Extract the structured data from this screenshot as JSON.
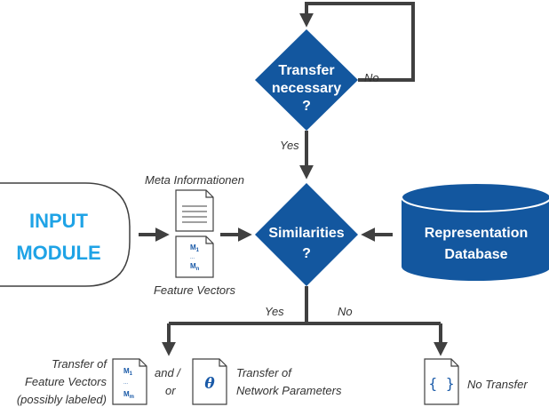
{
  "decision_transfer": {
    "line1": "Transfer",
    "line2": "necessary",
    "line3": "?"
  },
  "decision_similarities": {
    "line1": "Similarities",
    "line2": "?"
  },
  "input_module": {
    "line1": "INPUT",
    "line2": "MODULE"
  },
  "representation_db": {
    "line1": "Representation",
    "line2": "Database"
  },
  "labels": {
    "no_loop": "No",
    "yes_down": "Yes",
    "meta": "Meta Informationen",
    "feature_vectors": "Feature Vectors",
    "yes_branch": "Yes",
    "no_branch": "No"
  },
  "vector_icon": {
    "top": "M",
    "top_sub": "1",
    "dots": "...",
    "bottom": "M",
    "bottom_sub": "n"
  },
  "outputs": {
    "fv_line1": "Transfer of",
    "fv_line2": "Feature Vectors",
    "fv_line3": "(possibly labeled)",
    "fv_icon_top": "M",
    "fv_icon_top_sub": "1",
    "fv_icon_dots": "...",
    "fv_icon_bottom": "M",
    "fv_icon_bottom_sub": "m",
    "andor_line1": "and /",
    "andor_line2": "or",
    "theta": "θ",
    "np_line1": "Transfer of",
    "np_line2": "Network Parameters",
    "braces": "{ }",
    "none": "No Transfer"
  },
  "colors": {
    "primary": "#13579f",
    "accent": "#1fa3e6",
    "line": "#404040"
  }
}
